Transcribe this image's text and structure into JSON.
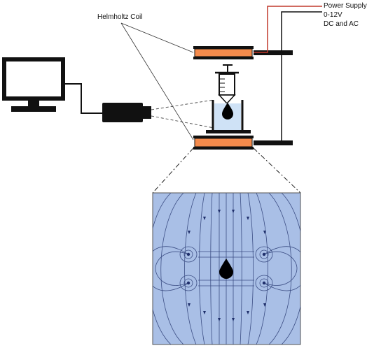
{
  "labels": {
    "coil": "Helmholtz Coil",
    "power_supply": "Power Supply",
    "voltage": "0-12V",
    "current_type": "DC and AC"
  },
  "colors": {
    "coil_fill": "#F58B4C",
    "field_background": "#A9BFE6",
    "field_line": "#3C4E84",
    "wire_red": "#C0392B",
    "wire_black": "#111111",
    "water_fill": "#CFE2F6",
    "droplet": "#000000"
  },
  "icons": {
    "monitor": "monitor-icon",
    "camera": "camera-icon",
    "syringe": "syringe-icon",
    "droplet": "droplet-icon"
  }
}
